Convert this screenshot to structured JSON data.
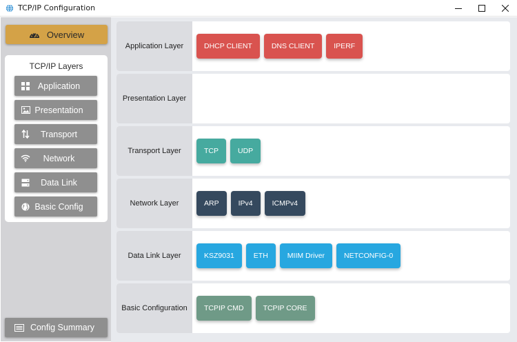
{
  "window": {
    "title": "TCP/IP Configuration"
  },
  "sidebar": {
    "overview_label": "Overview",
    "layers_title": "TCP/IP Layers",
    "layers": [
      {
        "label": "Application",
        "icon": "grid-icon"
      },
      {
        "label": "Presentation",
        "icon": "image-icon"
      },
      {
        "label": "Transport",
        "icon": "up-down-arrows-icon"
      },
      {
        "label": "Network",
        "icon": "wifi-icon"
      },
      {
        "label": "Data Link",
        "icon": "server-icon"
      },
      {
        "label": "Basic Config",
        "icon": "globe-icon"
      }
    ],
    "summary_label": "Config Summary"
  },
  "colors": {
    "application": "#d9534f",
    "transport": "#46aa9f",
    "network": "#35495e",
    "datalink": "#27a7e0",
    "basic": "#6f9a87"
  },
  "main": {
    "rows": [
      {
        "label": "Application Layer",
        "chips": [
          "DHCP CLIENT",
          "DNS CLIENT",
          "IPERF"
        ]
      },
      {
        "label": "Presentation Layer",
        "chips": []
      },
      {
        "label": "Transport Layer",
        "chips": [
          "TCP",
          "UDP"
        ]
      },
      {
        "label": "Network Layer",
        "chips": [
          "ARP",
          "IPv4",
          "ICMPv4"
        ]
      },
      {
        "label": "Data Link Layer",
        "chips": [
          "KSZ9031",
          "ETH",
          "MIIM Driver",
          "NETCONFIG-0"
        ]
      },
      {
        "label": "Basic Configuration",
        "chips": [
          "TCPIP CMD",
          "TCPIP CORE"
        ]
      }
    ]
  }
}
